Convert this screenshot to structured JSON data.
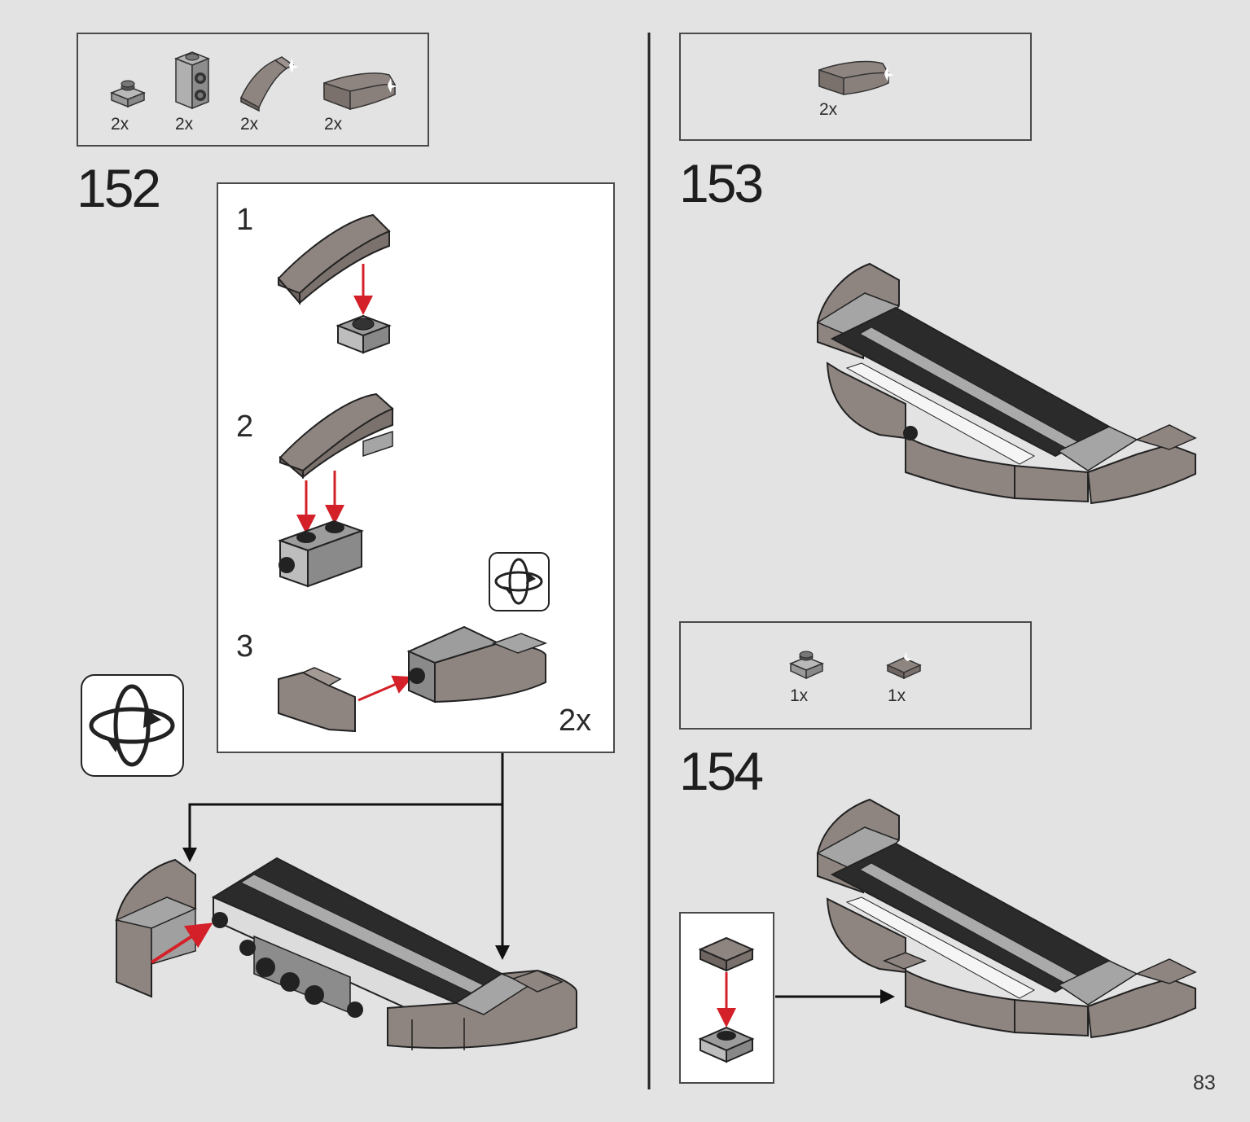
{
  "page": {
    "number": "83"
  },
  "steps": [
    {
      "number": "152",
      "parts": [
        {
          "qty": "2x",
          "icon": "plate-1x1-light-gray"
        },
        {
          "qty": "2x",
          "icon": "brick-1x2-studs-on-side-gray"
        },
        {
          "qty": "2x",
          "icon": "slope-curved-warm-gray"
        },
        {
          "qty": "2x",
          "icon": "slope-curved-2x1-warm-gray"
        }
      ],
      "submodel": {
        "substeps": [
          "1",
          "2",
          "3"
        ],
        "multiplier": "2x",
        "rotate_icon": "rotate-icon"
      },
      "rotate_icon": "rotate-icon"
    },
    {
      "number": "153",
      "parts": [
        {
          "qty": "2x",
          "icon": "slope-curved-2x1-warm-gray"
        }
      ]
    },
    {
      "number": "154",
      "parts": [
        {
          "qty": "1x",
          "icon": "plate-1x1-light-gray"
        },
        {
          "qty": "1x",
          "icon": "tile-1x1-warm-gray"
        }
      ]
    }
  ],
  "colors": {
    "background": "#e3e3e3",
    "warm_gray": "#8f8580",
    "light_gray": "#a6a6a6",
    "dark_tile": "#2b2b2b",
    "arrow_red": "#d42028",
    "frame": "#4a4a4a"
  }
}
